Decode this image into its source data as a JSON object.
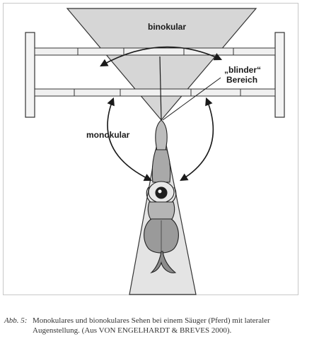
{
  "diagram": {
    "label_binocular": "binokular",
    "label_blind_line1": "„blinder“",
    "label_blind_line2": "Bereich",
    "label_monocular": "monokular"
  },
  "caption": {
    "label": "Abb. 5:",
    "text_line1": "Monokulares und bionokulares Sehen bei einem Säuger (Pferd) mit lateraler",
    "text_line2": "Augenstellung. (Aus VON ENGELHARDT & BREVES 2000)."
  }
}
